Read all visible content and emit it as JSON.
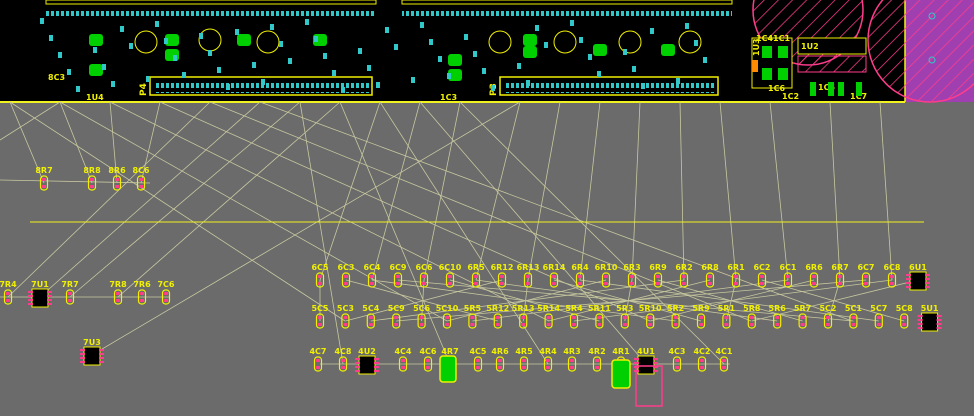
{
  "colors": {
    "background": "#6b6b6b",
    "board_fill": "#000000",
    "edge": "#f2f21e",
    "ratsnest": "#c8c8a0",
    "pad_green": "#00d000",
    "pad_cyan": "#30c8c8",
    "silk": "#f0f000",
    "courtyard": "#ff3c8c",
    "keepout": "#a040b0"
  },
  "header": {
    "connectors": [
      "P4",
      "P3"
    ],
    "refs": [
      "1C4",
      "1C1",
      "1U2",
      "1U3",
      "1C6",
      "1C2",
      "1C5",
      "1C7"
    ],
    "small_refs": [
      "8C3",
      "1U4",
      "1C3"
    ]
  },
  "row_a": {
    "labels": [
      "8R7",
      "8R8",
      "8R6",
      "8C6"
    ]
  },
  "row_b": {
    "labels": [
      "7R4",
      "7U1",
      "7R7",
      "7R8",
      "7R6",
      "7C6"
    ],
    "u3": "7U3"
  },
  "row_1": {
    "labels": [
      "6C5",
      "6C3",
      "6C4",
      "6C9",
      "6C6",
      "6C10",
      "6R5",
      "6R12",
      "6R13",
      "6R14",
      "6R4",
      "6R10",
      "6R3",
      "6R9",
      "6R2",
      "6R8",
      "6R1",
      "6C2",
      "6C1",
      "6R6",
      "6R7",
      "6C7",
      "6C8",
      "6U1"
    ]
  },
  "row_2": {
    "labels": [
      "5C5",
      "5C3",
      "5C4",
      "5C9",
      "5C6",
      "5C10",
      "5R5",
      "5R12",
      "5R13",
      "5R14",
      "5R4",
      "5R11",
      "5R3",
      "5R10",
      "5R2",
      "5R9",
      "5R1",
      "5R8",
      "5R6",
      "5R7",
      "5C2",
      "5C1",
      "5C7",
      "5C8",
      "5U1"
    ]
  },
  "row_3": {
    "labels": [
      "4C7",
      "4C8",
      "4U2",
      "4C4",
      "4C6",
      "4R7",
      "4C5",
      "4R6",
      "4R5",
      "4R4",
      "4R3",
      "4R2",
      "4R1",
      "4U1",
      "4C3",
      "4C2",
      "4C1"
    ]
  }
}
